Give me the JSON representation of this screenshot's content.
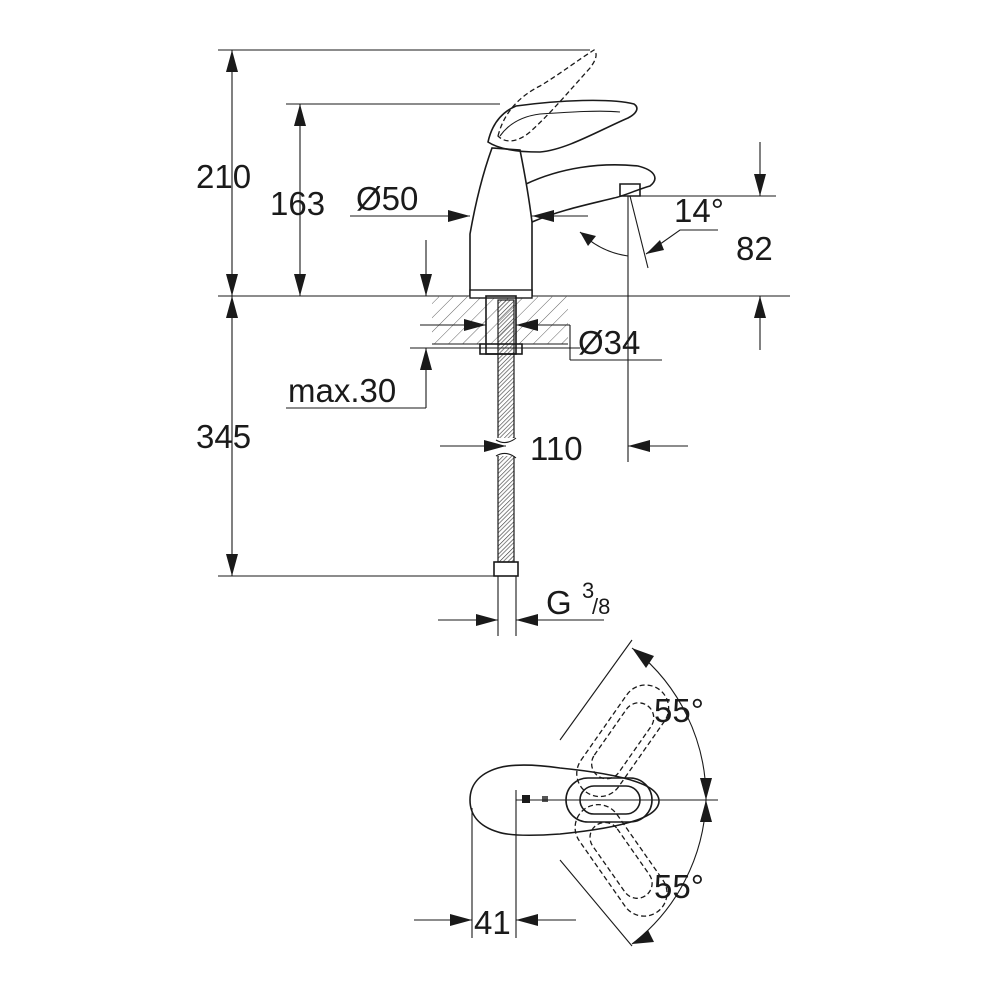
{
  "dimensions": {
    "total_height": "210",
    "spout_height": "163",
    "body_diameter": "Ø50",
    "spout_angle": "14°",
    "outlet_height": "82",
    "base_diameter": "Ø34",
    "max_deck_thickness": "max.30",
    "hose_length": "345",
    "spout_reach": "110",
    "connection_thread_prefix": "G",
    "connection_thread_num": "3",
    "connection_thread_den": "/8",
    "lever_angle_up": "55°",
    "lever_angle_down": "55°",
    "lever_offset": "41"
  }
}
